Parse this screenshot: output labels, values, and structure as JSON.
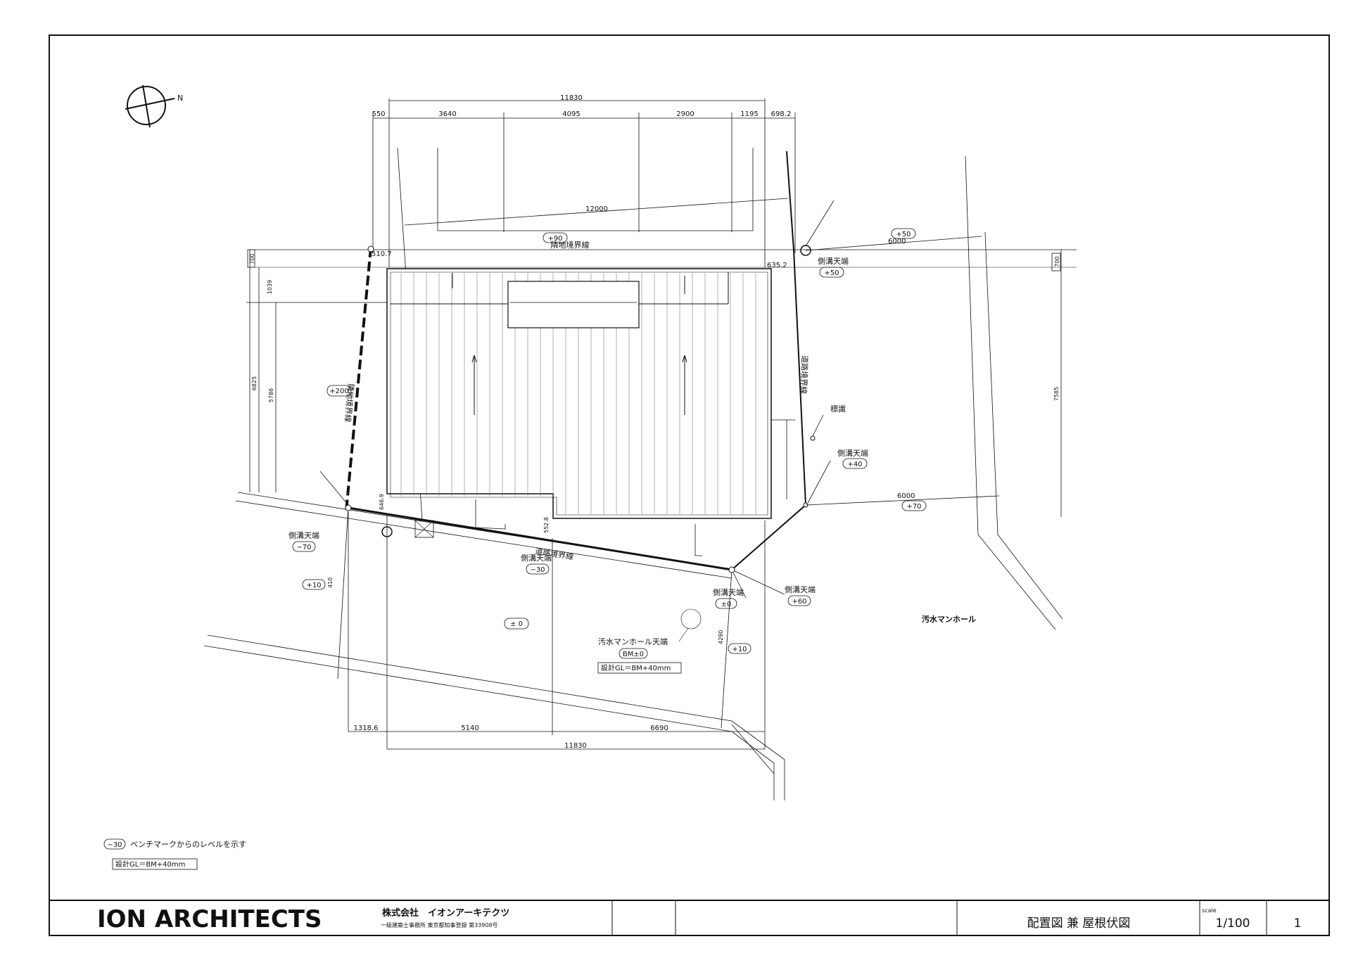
{
  "drawing": {
    "overall_width_top": "11830",
    "segments_top": [
      "550",
      "3640",
      "4095",
      "2900",
      "1195",
      "698.2"
    ],
    "inner_dim": "12000",
    "boundary_north": "隣地境界線",
    "boundary_west": "隣地境界線",
    "boundary_east": "道路境界線",
    "boundary_south": "道路境界線",
    "dim_left_700": "700",
    "dim_left_1039": "1039",
    "dim_left_6825": "6825",
    "dim_left_5786": "5786",
    "dim_right_700": "700",
    "dim_right_7585": "7585",
    "dim_510_7": "510.7",
    "dim_635_2": "635.2",
    "dim_6000_a": "6000",
    "dim_6000_b": "6000",
    "dim_646_9": "646.9",
    "dim_552_8": "552.8",
    "dim_410": "410",
    "dim_4290": "4290",
    "bottom_dims": [
      "1318.6",
      "5140",
      "6690"
    ],
    "overall_width_bottom": "11830",
    "level_p90": "+90",
    "level_p50a": "+50",
    "level_p50b": "+50",
    "level_p200": "+200",
    "level_p40": "+40",
    "level_p70": "+70",
    "level_m70": "−70",
    "level_m30": "−30",
    "level_p10a": "+10",
    "level_pm0a": "± 0",
    "level_pm0b": "±0",
    "level_p60": "+60",
    "level_p10b": "+10",
    "gutter_top_label": "側溝天端",
    "gutter_right_label": "側溝天端",
    "gutter_left_label": "側溝天端",
    "gutter_mid_label": "側溝天端",
    "gutter_bot_label": "側溝天端",
    "gutter_bot2_label": "側溝天端",
    "marker_label": "標識",
    "manhole_label": "汚水マンホール",
    "manhole_top_label": "汚水マンホール天端",
    "bm_label": "BM±0",
    "design_gl": "設計GL＝BM+40mm",
    "north_letter": "N"
  },
  "legend": {
    "sample_level": "−30",
    "level_note": "ベンチマークからのレベルを示す",
    "design_gl": "設計GL＝BM+40mm"
  },
  "title_block": {
    "firm": "ION ARCHITECTS",
    "company": "株式会社　イオンアーキテクツ",
    "registration": "一級建築士事務所 東京都知事登録 第33908号",
    "drawing_title": "配置図 兼 屋根伏図",
    "scale_caption": "scale",
    "scale": "1/100",
    "sheet_no": "1"
  }
}
